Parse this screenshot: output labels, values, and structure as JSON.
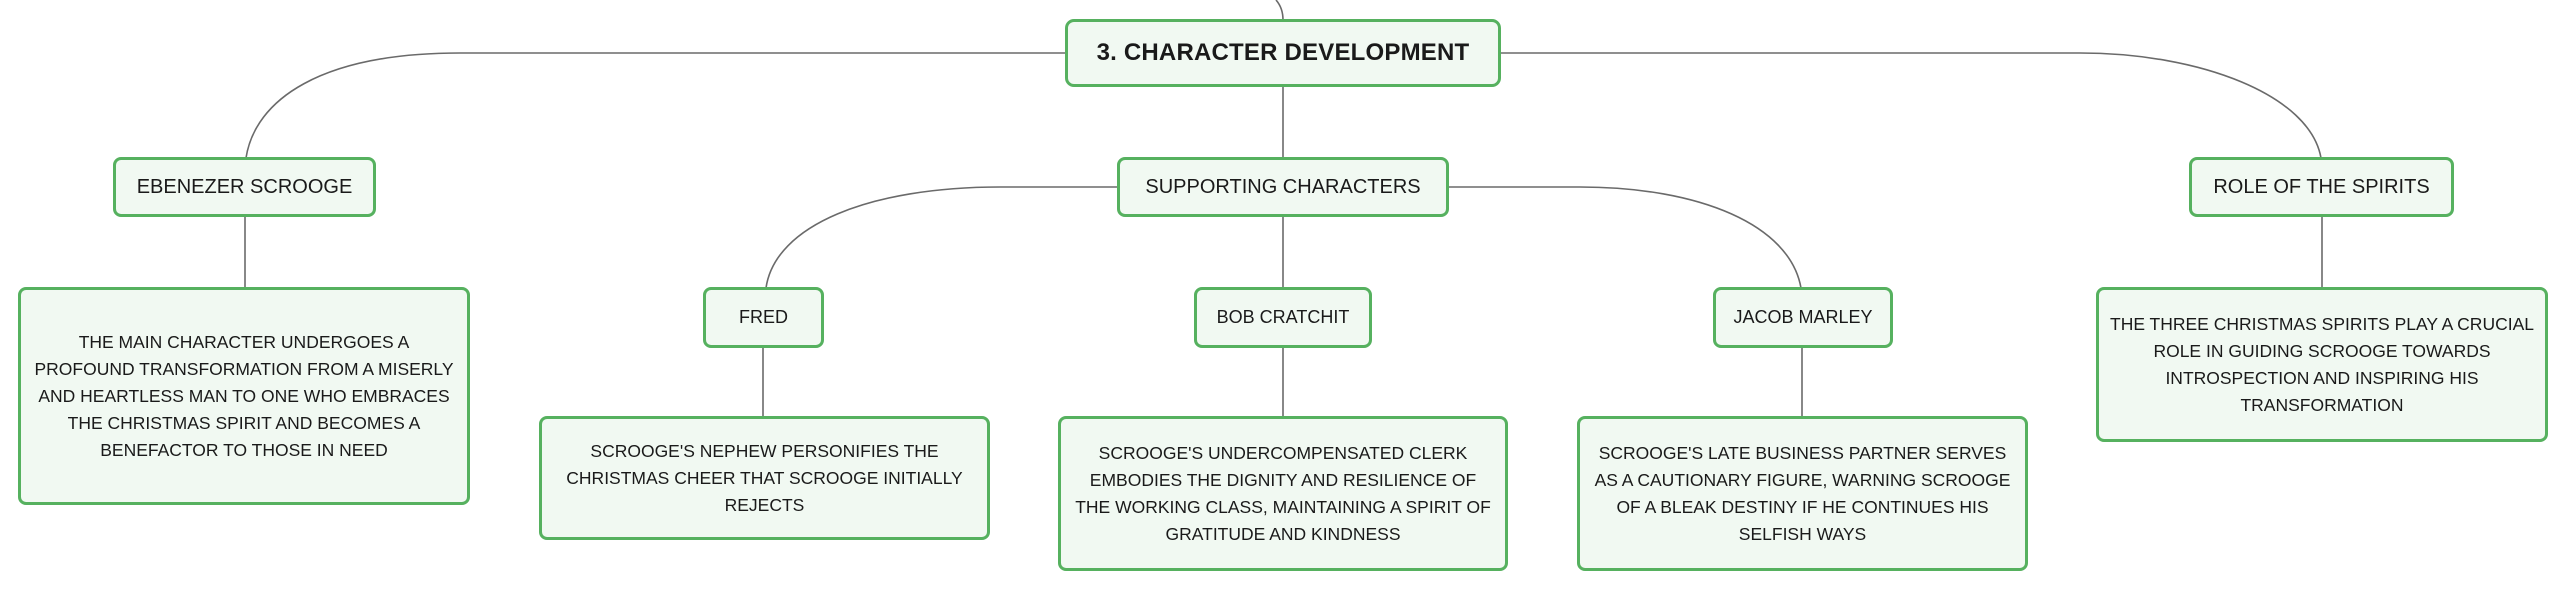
{
  "colors": {
    "node_border": "#56b15f",
    "node_fill": "#f1f9f2",
    "connector": "#6a6a6a",
    "text": "#1a1a1a"
  },
  "root": {
    "label": "3. CHARACTER DEVELOPMENT"
  },
  "branches": {
    "scrooge": {
      "label": "EBENEZER SCROOGE",
      "description": "THE MAIN CHARACTER UNDERGOES A PROFOUND TRANSFORMATION FROM A MISERLY AND HEARTLESS MAN TO ONE WHO EMBRACES THE CHRISTMAS SPIRIT AND BECOMES A BENEFACTOR TO THOSE IN NEED"
    },
    "supporting": {
      "label": "SUPPORTING CHARACTERS",
      "children": {
        "fred": {
          "label": "FRED",
          "description": "SCROOGE'S NEPHEW PERSONIFIES THE CHRISTMAS CHEER THAT SCROOGE INITIALLY REJECTS"
        },
        "bob": {
          "label": "BOB CRATCHIT",
          "description": "SCROOGE'S UNDERCOMPENSATED CLERK EMBODIES THE DIGNITY AND RESILIENCE OF THE WORKING CLASS, MAINTAINING A SPIRIT OF GRATITUDE AND KINDNESS"
        },
        "marley": {
          "label": "JACOB MARLEY",
          "description": "SCROOGE'S LATE BUSINESS PARTNER SERVES AS A CAUTIONARY FIGURE, WARNING SCROOGE OF A BLEAK DESTINY IF HE CONTINUES HIS SELFISH WAYS"
        }
      }
    },
    "spirits": {
      "label": "ROLE OF THE SPIRITS",
      "description": "THE THREE CHRISTMAS SPIRITS PLAY A CRUCIAL ROLE IN GUIDING SCROOGE TOWARDS INTROSPECTION AND INSPIRING HIS TRANSFORMATION"
    }
  }
}
